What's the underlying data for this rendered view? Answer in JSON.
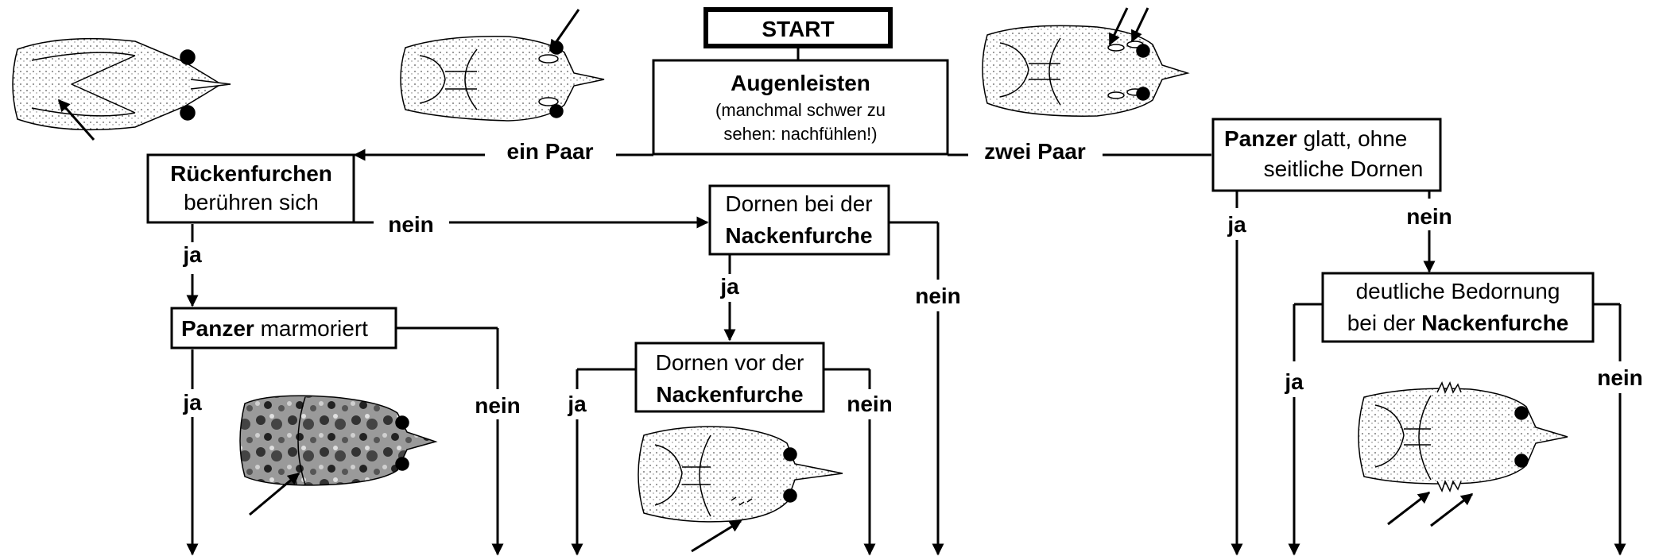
{
  "start": "START",
  "augenleisten": {
    "title": "Augenleisten",
    "note_line1": "(manchmal schwer zu",
    "note_line2": "sehen: nachfühlen!)"
  },
  "edges": {
    "ein_paar": "ein Paar",
    "zwei_paar": "zwei Paar",
    "nein": "nein",
    "ja": "ja"
  },
  "rueckenfurchen": {
    "bold": "Rückenfurchen",
    "rest": "berühren sich"
  },
  "panzer_marmoriert": {
    "bold": "Panzer",
    "rest": " marmoriert"
  },
  "dornen_bei": {
    "line1": "Dornen bei der",
    "bold": "Nackenfurche"
  },
  "dornen_vor": {
    "line1": "Dornen vor der",
    "bold": "Nackenfurche"
  },
  "panzer_glatt": {
    "bold": "Panzer",
    "rest1": " glatt, ohne",
    "line2": "seitliche Dornen"
  },
  "bedornung": {
    "line1": "deutliche Bedornung",
    "pre": "bei der ",
    "bold": "Nackenfurche"
  }
}
